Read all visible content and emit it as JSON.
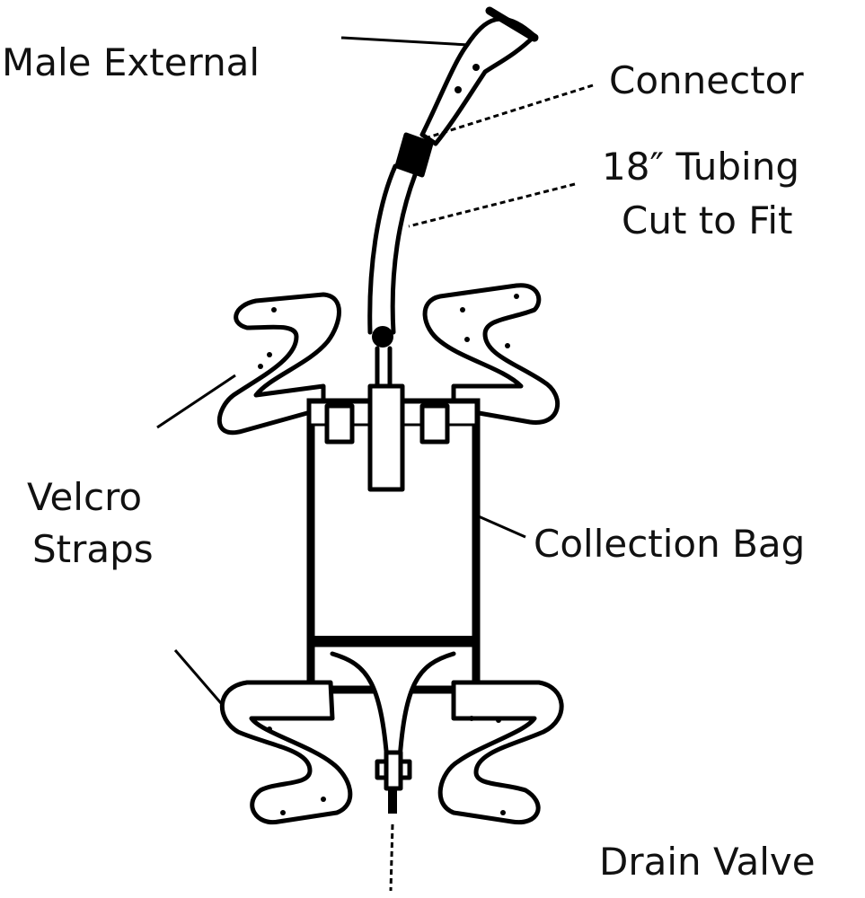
{
  "diagram": {
    "labels": {
      "male_external": "Male External",
      "connector": "Connector",
      "tubing_line1": "18″ Tubing",
      "tubing_line2": "Cut to Fit",
      "velcro_line1": "Velcro",
      "velcro_line2": "Straps",
      "collection_bag": "Collection Bag",
      "drain_valve": "Drain Valve"
    }
  }
}
